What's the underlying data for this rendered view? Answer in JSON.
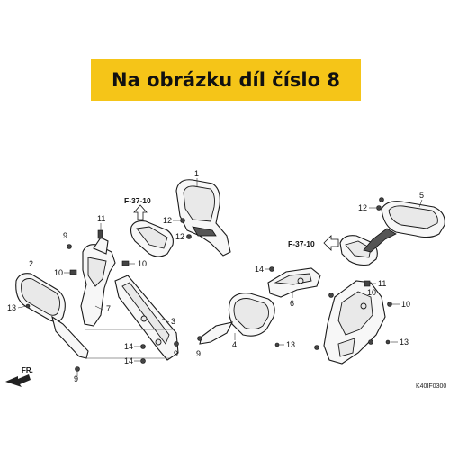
{
  "banner": {
    "text": "Na obrázku díl číslo 8"
  },
  "diagram": {
    "labels": {
      "p1": "1",
      "p2": "2",
      "p3": "3",
      "p4": "4",
      "p5": "5",
      "p6": "6",
      "p7": "7",
      "p9a": "9",
      "p9b": "9",
      "p9c": "9",
      "p9d": "9",
      "p10a": "10",
      "p10b": "10",
      "p10c": "10",
      "p10d": "10",
      "p11a": "11",
      "p11b": "11",
      "p12a": "12",
      "p12b": "12",
      "p12c": "12",
      "p13a": "13",
      "p13b": "13",
      "p14a": "14",
      "p14b": "14",
      "p14c": "14"
    },
    "ref_left": "F-37-10",
    "ref_right": "F-37-10",
    "front_marker": "FR.",
    "diagram_code": "K40IF0300"
  },
  "colors": {
    "banner_bg": "#f5c518",
    "banner_text": "#111111",
    "line": "#1a1a1a"
  }
}
